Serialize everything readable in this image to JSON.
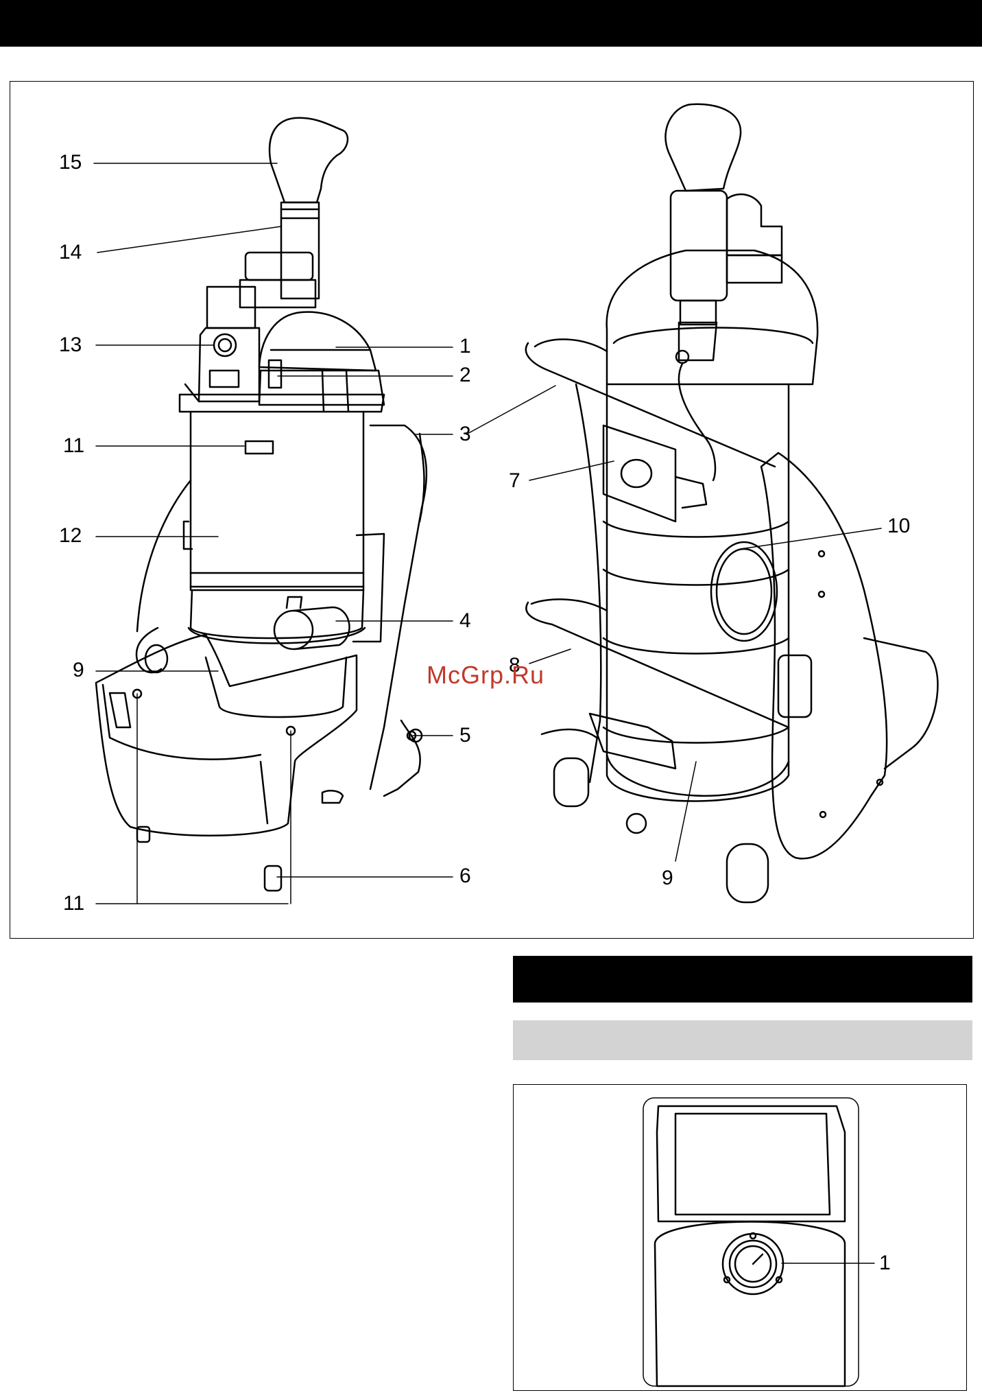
{
  "watermark": "McGrp.Ru",
  "main_figure": {
    "callouts": {
      "c15": "15",
      "c14": "14",
      "c13": "13",
      "c11_top": "11",
      "c12": "12",
      "c9_left": "9",
      "c11_bottom": "11",
      "c1": "1",
      "c2": "2",
      "c3": "3",
      "c4": "4",
      "c5": "5",
      "c6": "6",
      "c7": "7",
      "c8": "8",
      "c9_right": "9",
      "c10": "10"
    }
  },
  "control_panel_figure": {
    "callouts": {
      "c1": "1"
    }
  },
  "colors": {
    "bar": "#000000",
    "subsection": "#d3d3d3",
    "watermark": "#c0392b"
  }
}
